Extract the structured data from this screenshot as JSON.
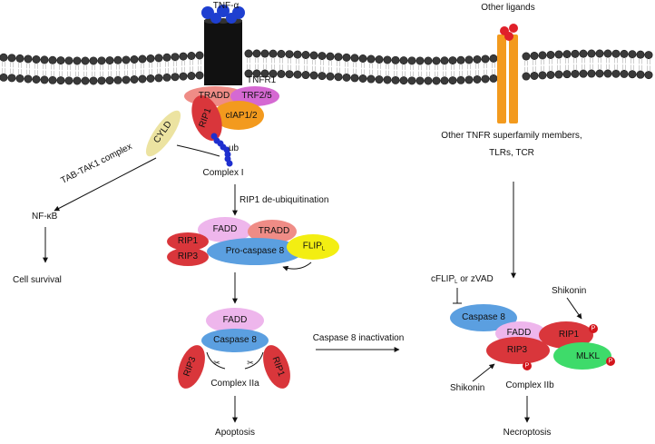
{
  "labels": {
    "tnf_alpha": "TNF-α",
    "tnfr1": "TNFR1",
    "other_ligands": "Other ligands",
    "other_tnfr": "Other TNFR superfamily members,",
    "tlrs_tcr": "TLRs, TCR",
    "tradd": "TRADD",
    "trf25": "TRF2/5",
    "ciap": "cIAP1/2",
    "rip1": "RIP1",
    "rip3": "RIP3",
    "cyld": "CYLD",
    "ub": "ub",
    "complex1": "Complex I",
    "tab_tak1": "TAB-TAK1 complex",
    "nfkb": "NF-κB",
    "cell_survival": "Cell survival",
    "rip1_deubiq": "RIP1 de-ubiquitination",
    "fadd": "FADD",
    "pro_caspase8": "Pro-caspase 8",
    "flip": "FLIP",
    "flip_sub": "L",
    "caspase8": "Caspase 8",
    "complex2a": "Complex IIa",
    "apoptosis": "Apoptosis",
    "caspase8_inactivation": "Caspase 8 inactivation",
    "cflip_pre": "cFLIP",
    "cflip_sub": "L",
    "cflip_post": " or zVAD",
    "shikonin": "Shikonin",
    "mlkl": "MLKL",
    "p": "P",
    "complex2b": "Complex IIb",
    "necroptosis": "Necroptosis",
    "cleave_mark": "✂"
  },
  "colors": {
    "membrane": "#2b2b2b",
    "receptor": "#111111",
    "ligand_blue": "#1e3fd0",
    "orange_receptor": "#f39a1e",
    "ligand_red": "#e0202a",
    "tradd": "#ef8c86",
    "trf": "#d569d2",
    "ciap": "#f39a1e",
    "rip": "#d9363b",
    "cyld": "#ece3a1",
    "ub_chain": "#1e2fcf",
    "fadd": "#eeb6ec",
    "caspase": "#5b9fe0",
    "flip": "#f3ee12",
    "mlkl": "#3edb6a",
    "phospho": "#d3151c"
  }
}
